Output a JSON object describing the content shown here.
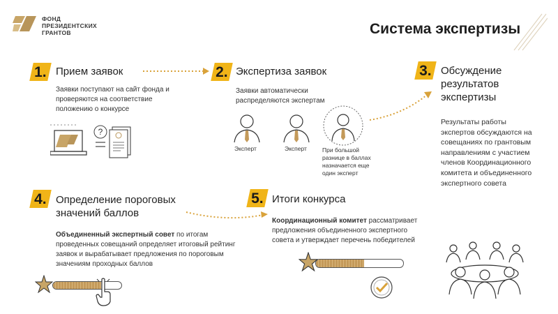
{
  "logo": {
    "line1": "ФОНД",
    "line2": "ПРЕЗИДЕНТСКИХ",
    "line3": "ГРАНТОВ"
  },
  "page_title": "Система экспертизы",
  "steps": [
    {
      "number": "1.",
      "title": "Прием заявок",
      "text": "Заявки поступают на сайт фонда и проверяются на соответствие положению о конкурсе"
    },
    {
      "number": "2.",
      "title": "Экспертиза заявок",
      "text": "Заявки автоматически распределяются экспертам",
      "experts": [
        {
          "label": "Эксперт"
        },
        {
          "label": "Эксперт"
        }
      ],
      "extra_expert_caption": "При большой разнице в баллах назначается еще один эксперт"
    },
    {
      "number": "3.",
      "title": "Обсуждение результатов экспертизы",
      "text": "Результаты работы экспертов обсуждаются на совещаниях по грантовым направлениям с участием членов Координационного комитета и объединенного экспертного совета"
    },
    {
      "number": "4.",
      "title": "Определение пороговых значений баллов",
      "text_bold": "Объединенный экспертный совет",
      "text": " по итогам проведенных совещаний определяет итоговый рейтинг заявок и вырабатывает предложения по пороговым значениям проходных баллов",
      "progress": 0.7
    },
    {
      "number": "5.",
      "title": "Итоги конкурса",
      "text_bold": "Координационный комитет",
      "text": " рассматривает предложения объединенного экспертного совета и утверждает перечень победителей",
      "progress": 0.55
    }
  ],
  "colors": {
    "accent": "#f0b418",
    "bar_fill": "#c49a5a",
    "logo_gold": "#b8955a"
  }
}
